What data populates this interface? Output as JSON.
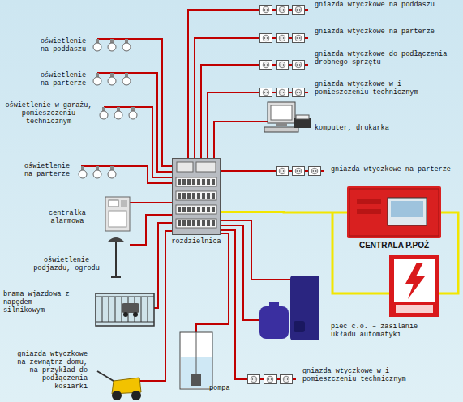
{
  "diagram": {
    "nodes": [
      {
        "text": [
          "rozdzielnica"
        ]
      },
      {
        "text": [
          "CENTRALA P.POŻ"
        ]
      }
    ],
    "edges": [
      {
        "from": 0,
        "to": 1,
        "arrow": "none"
      }
    ],
    "labels": [
      "gniazda wtyczkowe na poddaszu",
      "gniazda wtyczkowe na parterze",
      "gniazda wtyczkowe do podłączenia drobnego sprzętu",
      "gniazda wtyczkowe w i pomieszczeniu technicznym",
      "komputer, drukarka",
      "gniazda wtyczkowe na parterze",
      "piec c.o. – zasilanie układu automatyki",
      "gniazda wtyczkowe w i pomieszczeniu technicznym",
      "pompa",
      "oświetlenie na poddaszu",
      "oświetlenie na parterze",
      "oświetlenie w garażu, pomieszczeniu technicznym",
      "oświetlenie na parterze",
      "centralka alarmowa",
      "oświetlenie podjazdu, ogrodu",
      "brama wjazdowa z napędem silnikowym",
      "gniazda wtyczkowe na zewnątrz domu, na przykład do podłączenia kosiarki"
    ]
  }
}
